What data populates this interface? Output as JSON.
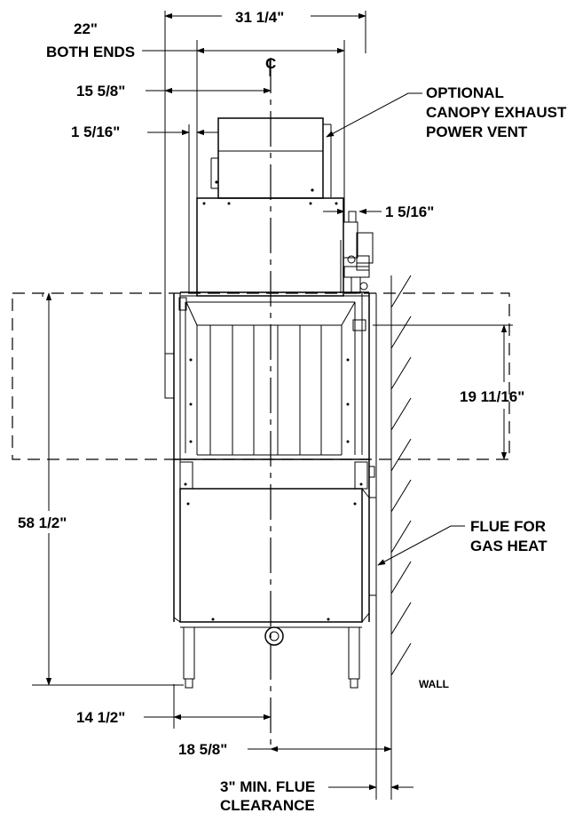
{
  "dimensions": {
    "overall_width": "31 1/4\"",
    "both_ends_value": "22\"",
    "both_ends_note": "BOTH ENDS",
    "half_width": "15 5/8\"",
    "left_offset": "1 5/16\"",
    "right_offset": "1 5/16\"",
    "door_opening": "19 11/16\"",
    "overall_height": "58 1/2\"",
    "to_centerline_front": "14 1/2\"",
    "to_wall": "18 5/8\"",
    "flue_clearance_line1": "3\" MIN. FLUE",
    "flue_clearance_line2": "CLEARANCE"
  },
  "centerline_symbol": "C",
  "callouts": {
    "canopy_line1": "OPTIONAL",
    "canopy_line2": "CANOPY EXHAUST",
    "canopy_line3": "POWER VENT",
    "flue_line1": "FLUE FOR",
    "flue_line2": "GAS HEAT",
    "wall": "WALL"
  }
}
